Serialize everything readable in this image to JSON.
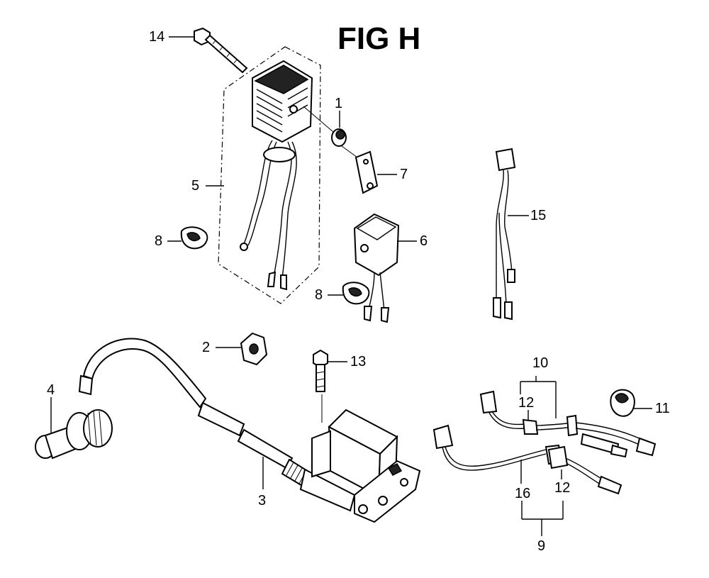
{
  "title": "FIG H",
  "callouts": [
    "14",
    "1",
    "5",
    "7",
    "8",
    "6",
    "8",
    "15",
    "2",
    "13",
    "4",
    "10",
    "12",
    "11",
    "3",
    "16",
    "12",
    "9"
  ]
}
